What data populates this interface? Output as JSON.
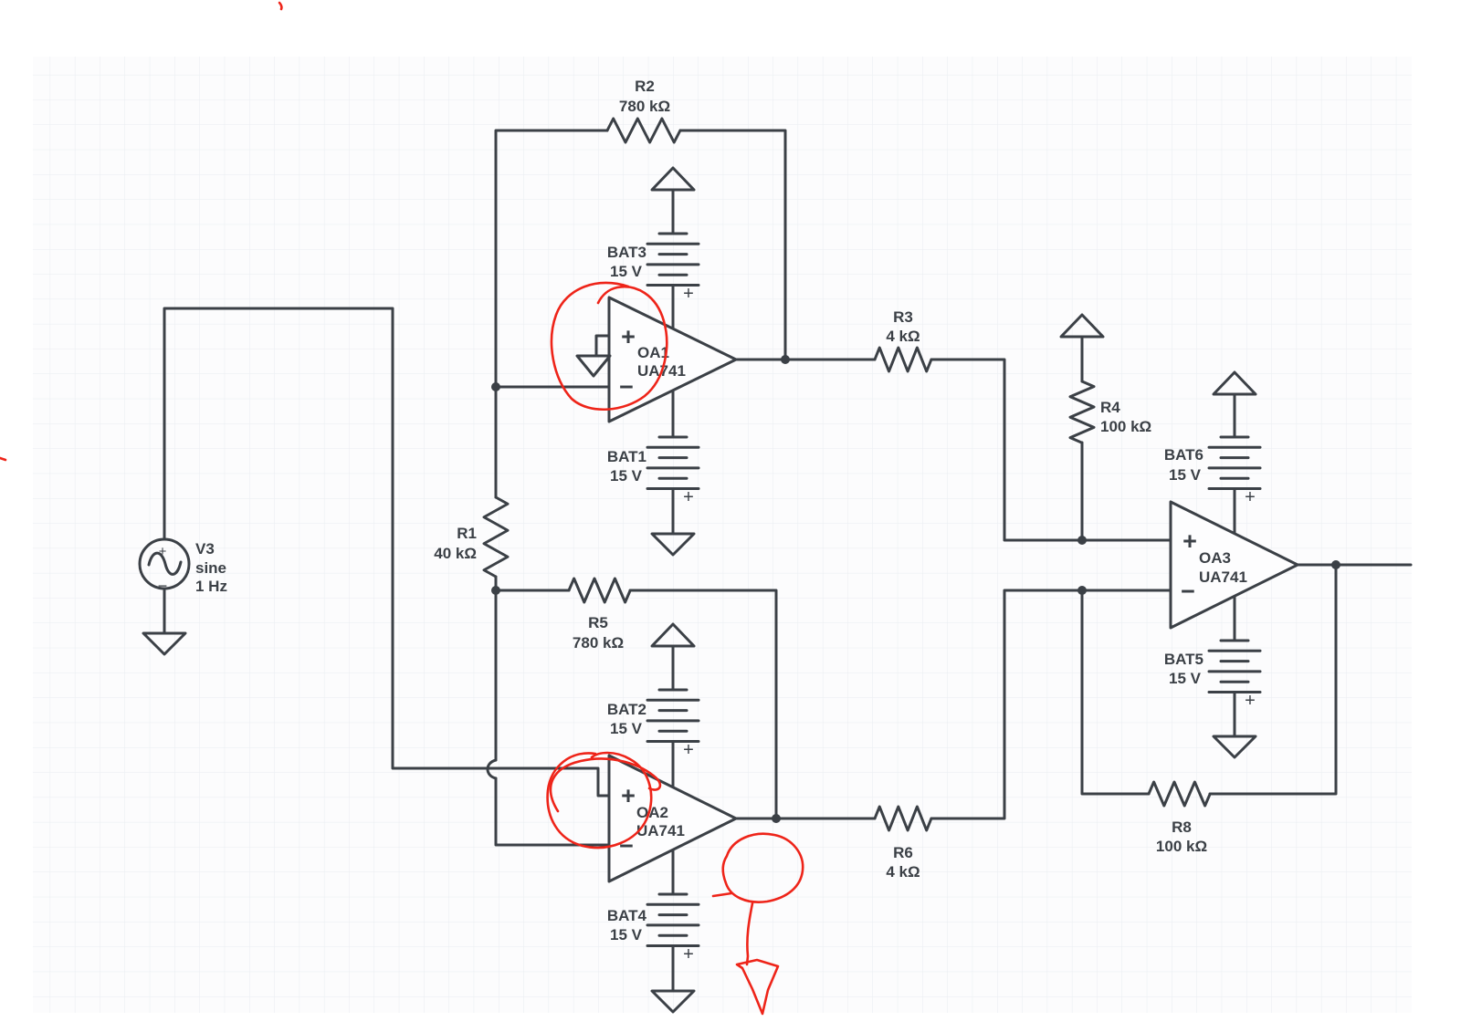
{
  "canvas": {
    "wire_color": "#3b4046",
    "grid_color": "#e9edf1",
    "annotation_color": "#ee2419"
  },
  "components": {
    "v3": {
      "ref": "V3",
      "waveform": "sine",
      "frequency": "1 Hz",
      "plus": "+",
      "minus": "−"
    },
    "r1": {
      "ref": "R1",
      "value": "40 kΩ"
    },
    "r2": {
      "ref": "R2",
      "value": "780 kΩ"
    },
    "r3": {
      "ref": "R3",
      "value": "4 kΩ"
    },
    "r4": {
      "ref": "R4",
      "value": "100 kΩ"
    },
    "r5": {
      "ref": "R5",
      "value": "780 kΩ"
    },
    "r6": {
      "ref": "R6",
      "value": "4 kΩ"
    },
    "r8": {
      "ref": "R8",
      "value": "100 kΩ"
    },
    "bat1": {
      "ref": "BAT1",
      "value": "15 V",
      "plus": "+"
    },
    "bat2": {
      "ref": "BAT2",
      "value": "15 V",
      "plus": "+"
    },
    "bat3": {
      "ref": "BAT3",
      "value": "15 V",
      "plus": "+"
    },
    "bat4": {
      "ref": "BAT4",
      "value": "15 V",
      "plus": "+"
    },
    "bat5": {
      "ref": "BAT5",
      "value": "15 V",
      "plus": "+"
    },
    "bat6": {
      "ref": "BAT6",
      "value": "15 V",
      "plus": "+"
    },
    "oa1": {
      "ref": "OA1",
      "part": "UA741",
      "plus": "+",
      "minus": "−"
    },
    "oa2": {
      "ref": "OA2",
      "part": "UA741",
      "plus": "+",
      "minus": "−"
    },
    "oa3": {
      "ref": "OA3",
      "part": "UA741",
      "plus": "+",
      "minus": "−"
    }
  },
  "annotations": [
    {
      "name": "red-circle-around-oa1-plus-input"
    },
    {
      "name": "red-circle-around-oa2-plus-input"
    },
    {
      "name": "red-blob-with-down-arrow-below-oa2-output"
    },
    {
      "name": "red-tick-top"
    },
    {
      "name": "red-dash-left-edge"
    }
  ]
}
